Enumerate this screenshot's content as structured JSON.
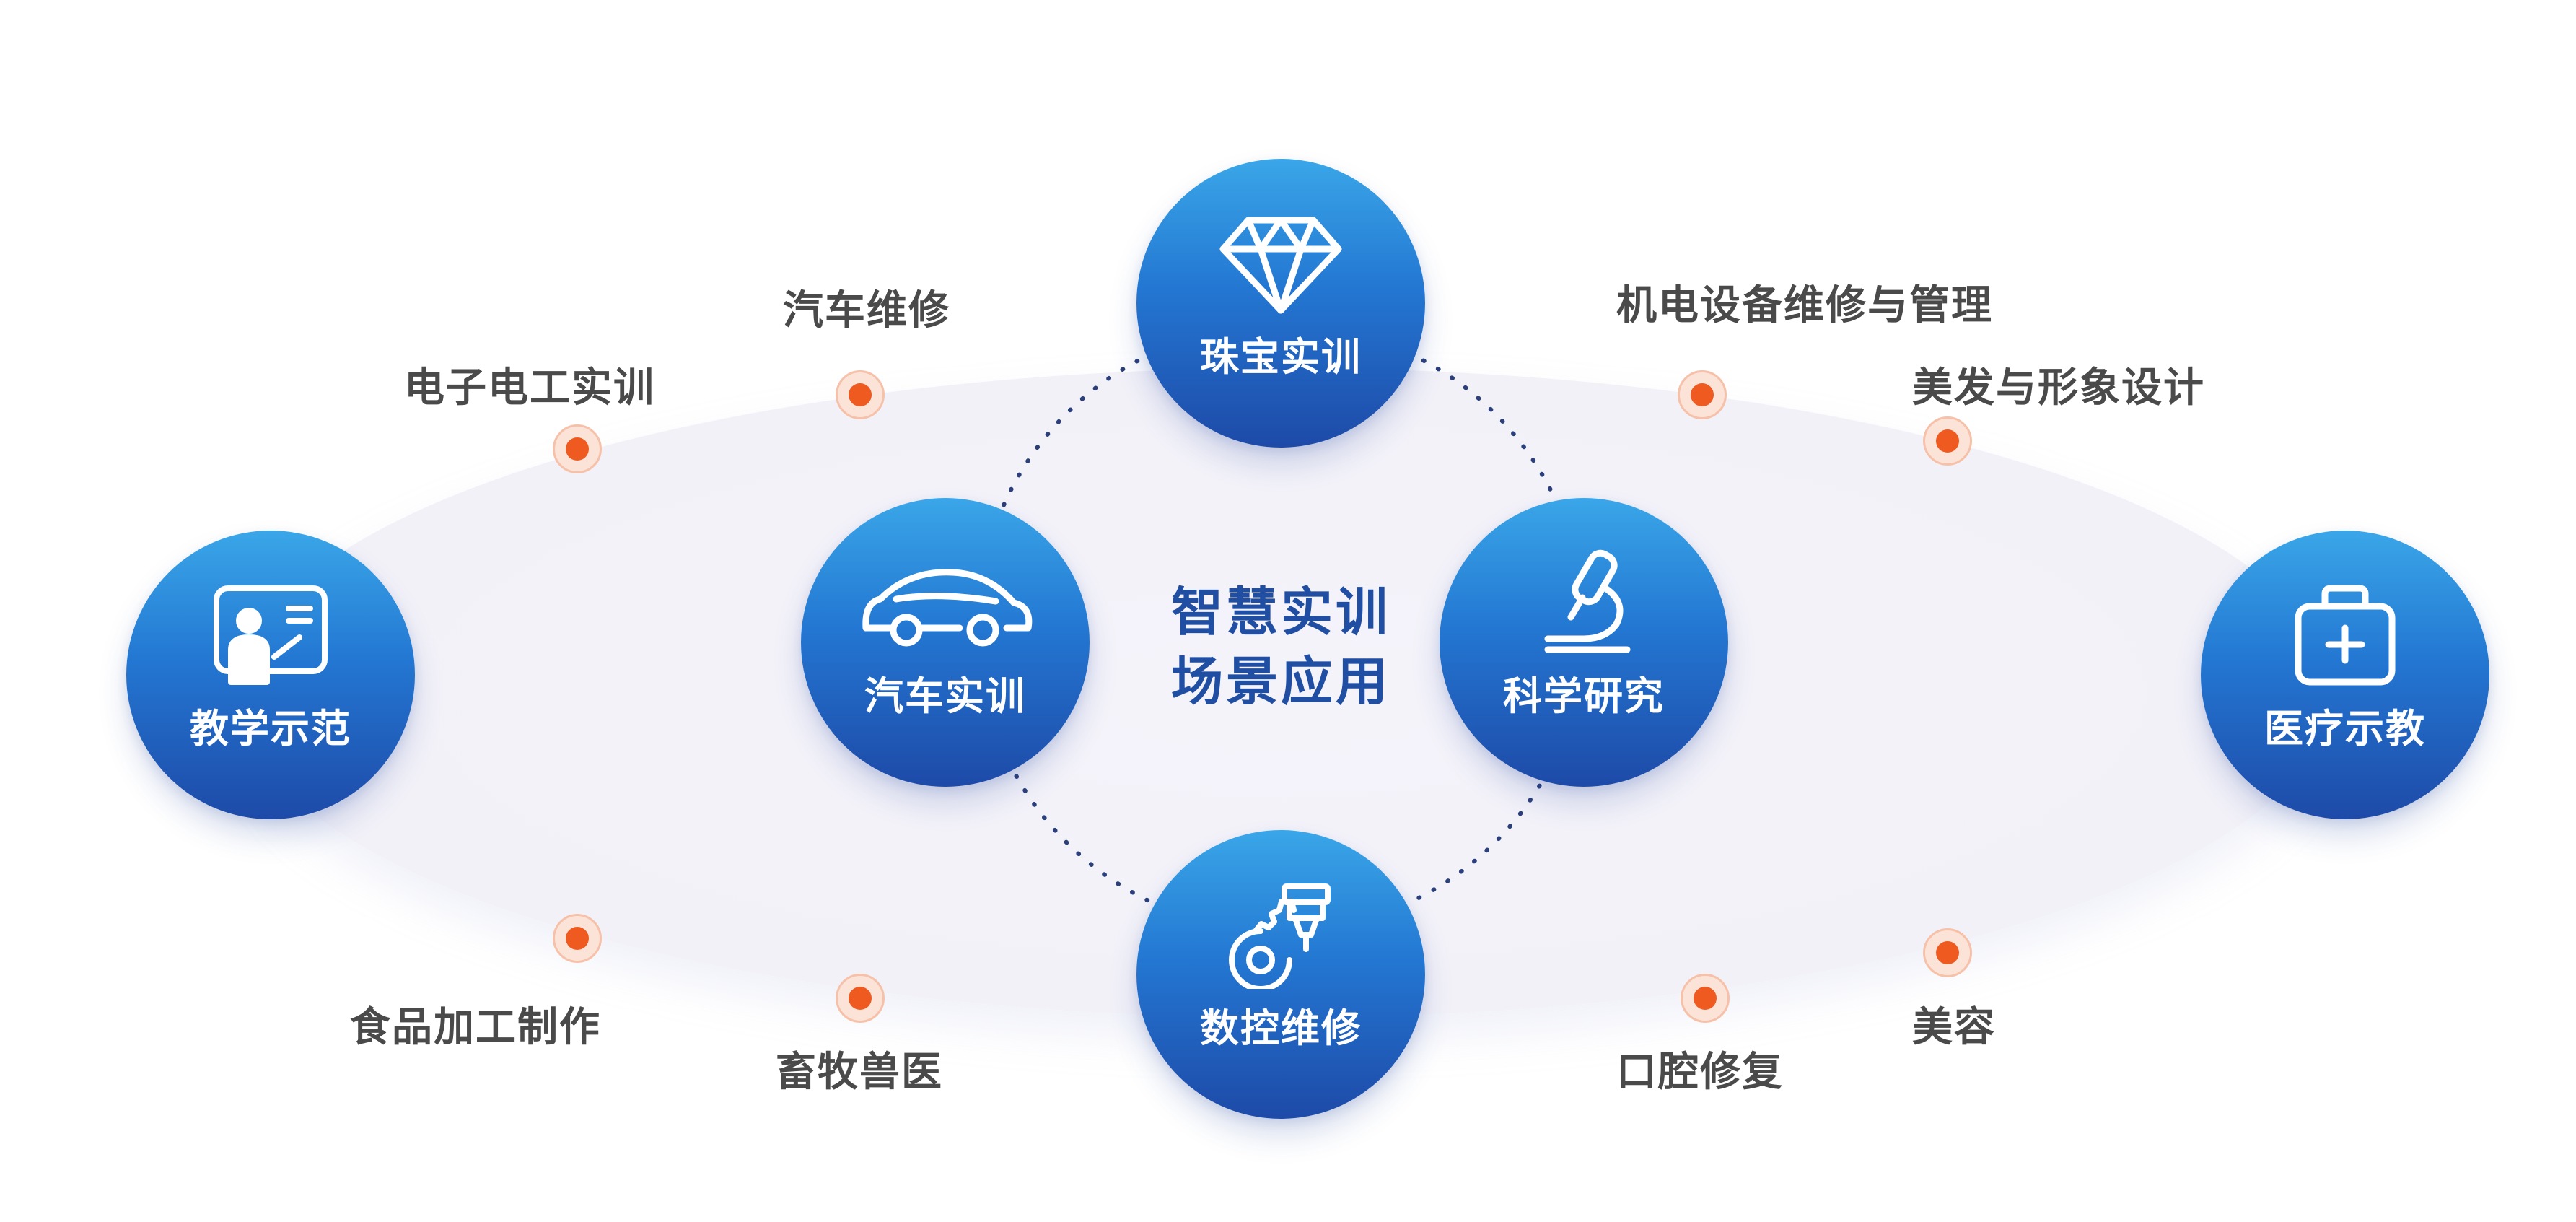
{
  "center": {
    "line1": "智慧实训",
    "line2": "场景应用"
  },
  "nodes": {
    "jewelry": {
      "label": "珠宝实训",
      "icon": "diamond-icon"
    },
    "auto": {
      "label": "汽车实训",
      "icon": "car-icon"
    },
    "science": {
      "label": "科学研究",
      "icon": "microscope-icon"
    },
    "cnc": {
      "label": "数控维修",
      "icon": "gear-drill-icon"
    },
    "teaching": {
      "label": "教学示范",
      "icon": "presentation-icon"
    },
    "medical": {
      "label": "医疗示教",
      "icon": "medical-kit-icon"
    }
  },
  "applications": {
    "electronics": "电子电工实训",
    "auto_repair": "汽车维修",
    "electromech": "机电设备维修与管理",
    "hairdressing": "美发与形象设计",
    "food": "食品加工制作",
    "veterinary": "畜牧兽医",
    "dental": "口腔修复",
    "beauty": "美容"
  },
  "colors": {
    "node_top": "#3aa6e8",
    "node_bottom": "#1e4aa8",
    "center_text": "#1f4ea3",
    "dot": "#ee5a1f",
    "label": "#4a4a4a"
  }
}
